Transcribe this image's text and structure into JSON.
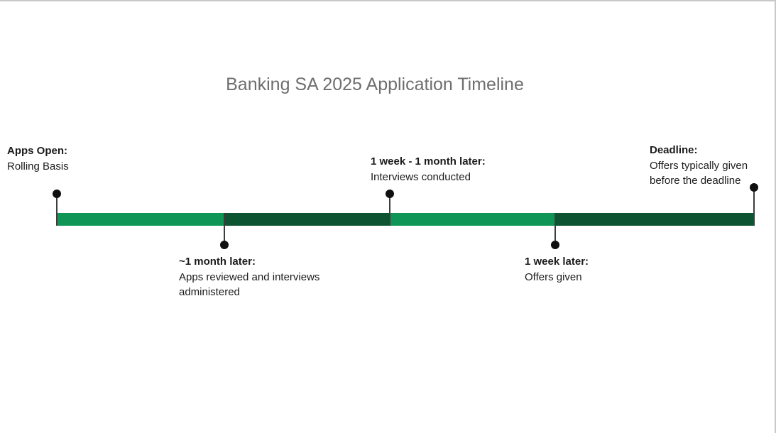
{
  "title": "Banking SA 2025 Application Timeline",
  "colors": {
    "segment_light_green": "#0F9656",
    "segment_dark_green": "#0D5433",
    "marker_black": "#101010",
    "stem_gray": "#3d3d3d",
    "title_gray": "#6e6e6e",
    "label_text": "#1b1b1b",
    "frame_border": "#c9c9c9"
  },
  "timeline": {
    "milestones": [
      {
        "label": "Apps Open:",
        "description": "Rolling Basis",
        "side": "above"
      },
      {
        "label": "~1 month later:",
        "description": "Apps reviewed and interviews administered",
        "side": "below"
      },
      {
        "label": "1 week - 1 month later:",
        "description": "Interviews conducted",
        "side": "above"
      },
      {
        "label": "1 week later:",
        "description": "Offers given",
        "side": "below"
      },
      {
        "label": "Deadline:",
        "description": "Offers typically given before the deadline",
        "side": "above"
      }
    ],
    "segments": [
      {
        "order": 1,
        "shade": "light"
      },
      {
        "order": 2,
        "shade": "dark"
      },
      {
        "order": 3,
        "shade": "light"
      },
      {
        "order": 4,
        "shade": "dark"
      }
    ]
  }
}
